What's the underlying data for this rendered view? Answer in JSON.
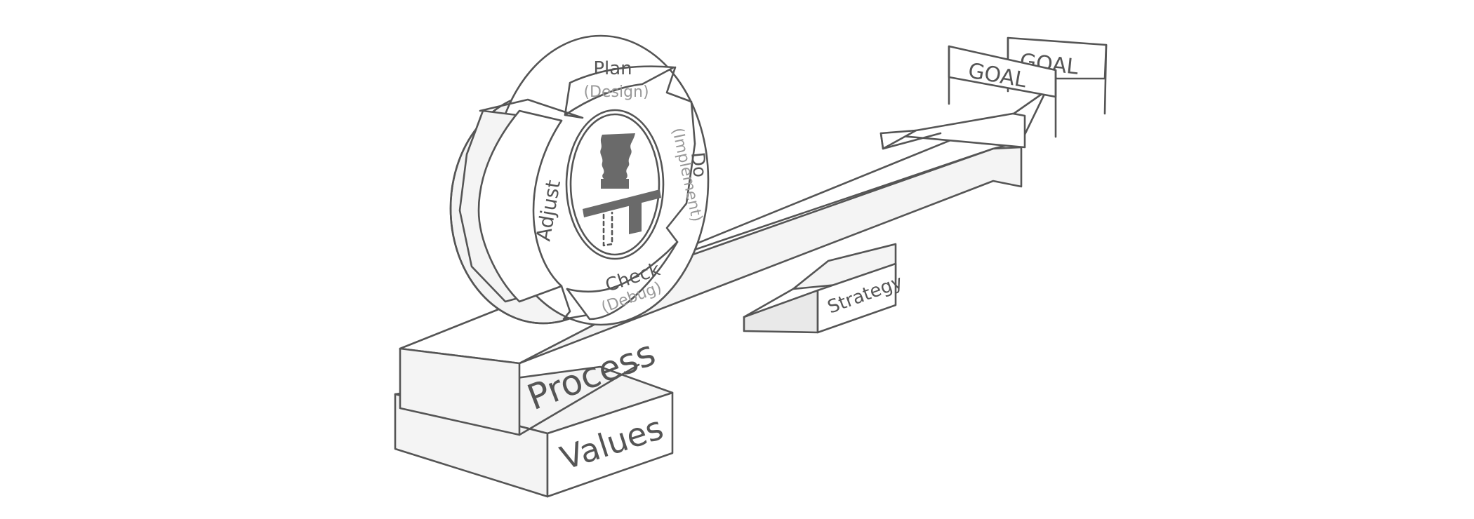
{
  "cycle": {
    "plan": {
      "label": "Plan",
      "sub": "(Design)"
    },
    "do": {
      "label": "Do",
      "sub": "(Implement)"
    },
    "check": {
      "label": "Check",
      "sub": "(Debug)"
    },
    "adjust": {
      "label": "Adjust"
    }
  },
  "blocks": {
    "process": "Process",
    "values": "Values",
    "strategy": "Strategy"
  },
  "flags": {
    "front": "GOAL",
    "back": "GOAL"
  },
  "colors": {
    "stroke": "#555555",
    "subtext": "#999999",
    "glyph": "#6a6a6a"
  },
  "icons": [
    "faces-vase-icon",
    "t-beam-icon"
  ]
}
